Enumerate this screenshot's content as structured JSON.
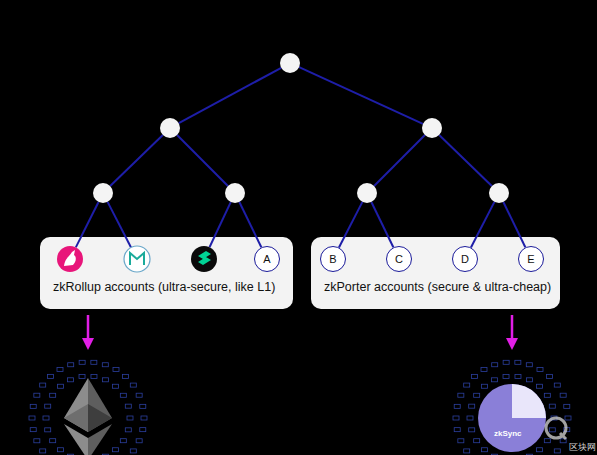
{
  "diagram": {
    "nodes": [
      {
        "text": [
          "zkRollup accounts (ultra-secure, like L1)"
        ]
      },
      {
        "text": [
          "A"
        ],
        "in": 0
      },
      {
        "text": [
          "zkPorter accounts (secure & ultra-cheap)"
        ]
      },
      {
        "text": [
          "B"
        ],
        "in": 2
      },
      {
        "text": [
          "C"
        ],
        "in": 2
      },
      {
        "text": [
          "D"
        ],
        "in": 2
      },
      {
        "text": [
          "E"
        ],
        "in": 2
      }
    ],
    "labels": [
      "zkSync",
      "区块网"
    ]
  }
}
